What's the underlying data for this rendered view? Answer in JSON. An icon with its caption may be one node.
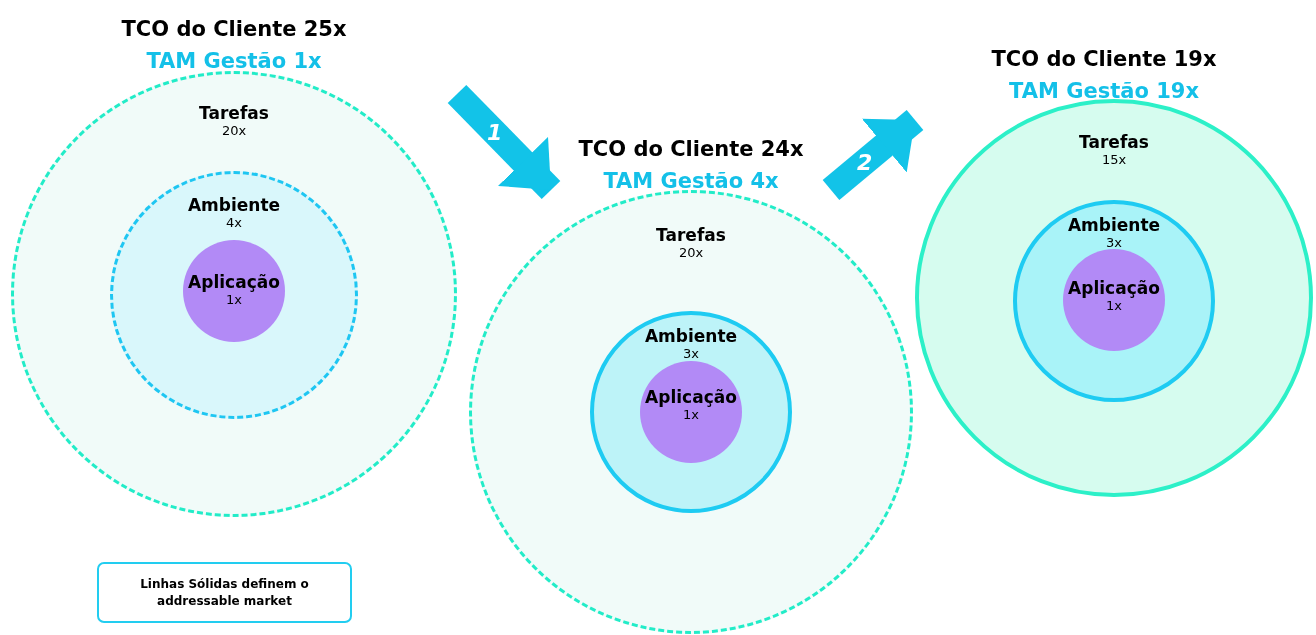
{
  "diagram": {
    "nodes": [
      {
        "text": [
          "Tarefas",
          "20x"
        ],
        "beside": [
          "TCO do Cliente 25x",
          "TAM Gestão 1x"
        ]
      },
      {
        "text": [
          "Ambiente",
          "4x"
        ],
        "in": 0
      },
      {
        "text": [
          "Aplicação",
          "1x"
        ],
        "in": 1
      },
      {
        "text": [
          "Tarefas",
          "20x"
        ],
        "beside": [
          "TCO do Cliente 24x",
          "TAM Gestão 4x"
        ]
      },
      {
        "text": [
          "Ambiente",
          "3x"
        ],
        "in": 3
      },
      {
        "text": [
          "Aplicação",
          "1x"
        ],
        "in": 4
      },
      {
        "text": [
          "Tarefas",
          "15x"
        ],
        "beside": [
          "TCO do Cliente 19x",
          "TAM Gestão 19x"
        ]
      },
      {
        "text": [
          "Ambiente",
          "3x"
        ],
        "in": 6
      },
      {
        "text": [
          "Aplicação",
          "1x"
        ],
        "in": 7
      },
      {
        "text": [
          "Linhas Sólidas definem o addressable market"
        ]
      }
    ],
    "edges": [
      {
        "from": 0,
        "to": 3,
        "arrow": "to",
        "label": "1"
      },
      {
        "from": 3,
        "to": 6,
        "arrow": "to",
        "label": "2"
      }
    ]
  }
}
